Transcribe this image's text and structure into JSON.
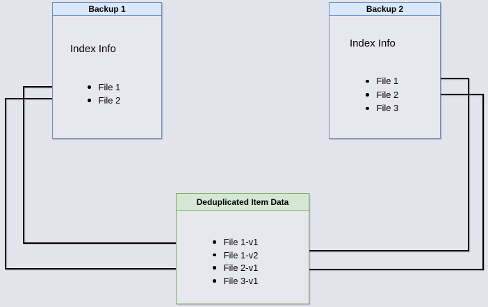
{
  "backup1": {
    "header": "Backup 1",
    "index_label": "Index Info",
    "files": [
      "File 1",
      "File 2"
    ]
  },
  "backup2": {
    "header": "Backup 2",
    "index_label": "Index Info",
    "files": [
      "File 1",
      "File 2",
      "File 3"
    ]
  },
  "dedup": {
    "header": "Deduplicated Item Data",
    "items": [
      "File 1-v1",
      "File 1-v2",
      "File 2-v1",
      "File 3-v1"
    ]
  },
  "connections": [
    {
      "from": "Backup 1 / File 1",
      "to": "File 1-v1"
    },
    {
      "from": "Backup 1 / File 2",
      "to": "File 2-v1"
    },
    {
      "from": "Backup 2 / File 1",
      "to": "File 1-v2"
    },
    {
      "from": "Backup 2 / File 2",
      "to": "File 2-v1"
    }
  ],
  "colors": {
    "background": "#e4e4ed",
    "box_fill": "#e7e7ee",
    "blue_border": "#6c8ebf",
    "blue_header_fill": "#dae8fc",
    "green_border": "#82b366",
    "green_header_fill": "#d5e8d4",
    "connector": "#000000"
  }
}
